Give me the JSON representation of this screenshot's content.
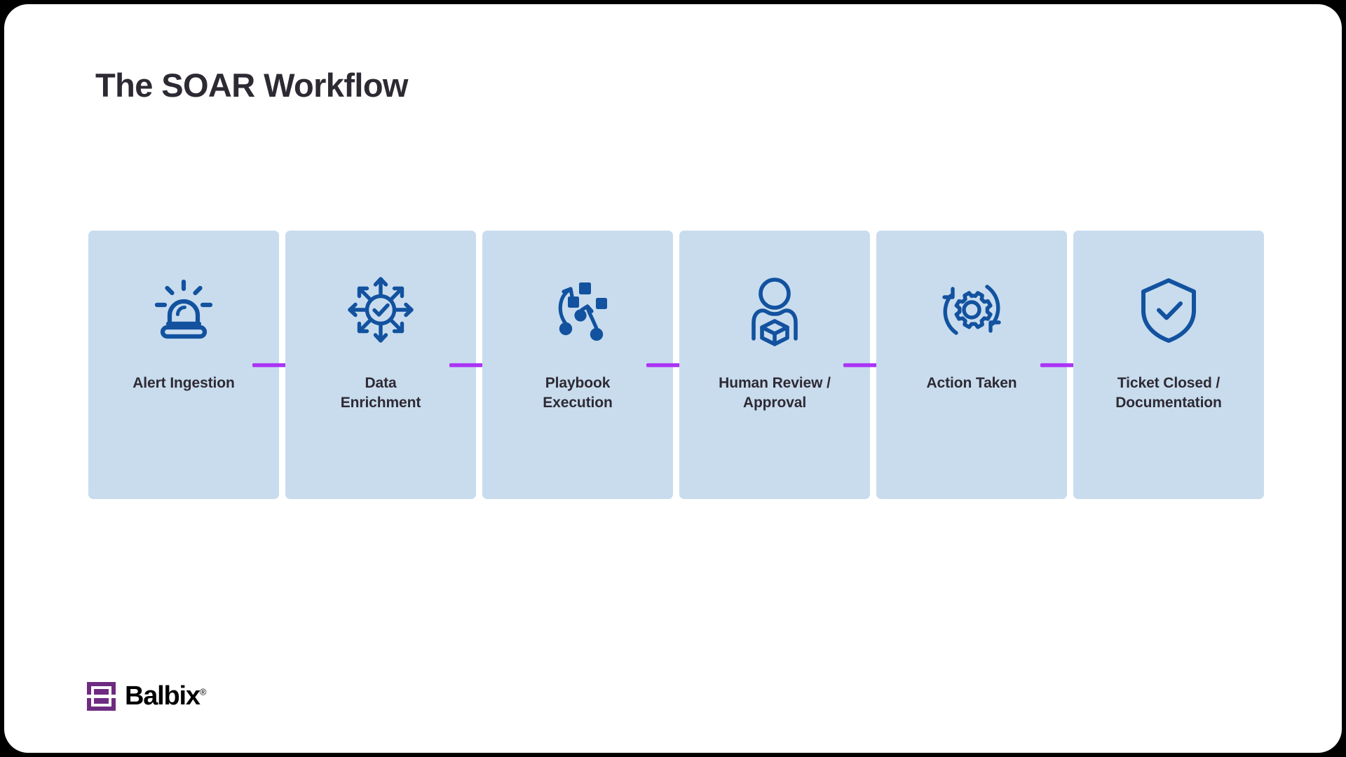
{
  "page": {
    "title": "The SOAR Workflow",
    "background_color": "#000000",
    "canvas_color": "#ffffff"
  },
  "theme": {
    "card_background": "#c8dcee",
    "icon_color": "#12529f",
    "label_color": "#2e2a33",
    "arrow_color": "#ab33f5",
    "brand_purple": "#6e2b82"
  },
  "workflow": {
    "type": "process-flow",
    "direction": "left-to-right",
    "steps": [
      {
        "label": "Alert Ingestion",
        "icon": "siren-alert-icon"
      },
      {
        "label": "Data\nEnrichment",
        "icon": "expand-arrows-check-icon"
      },
      {
        "label": "Playbook\nExecution",
        "icon": "playbook-strategy-icon"
      },
      {
        "label": "Human Review /\nApproval",
        "icon": "person-package-icon"
      },
      {
        "label": "Action Taken",
        "icon": "gear-refresh-cycle-icon"
      },
      {
        "label": "Ticket Closed /\nDocumentation",
        "icon": "shield-check-icon"
      }
    ],
    "connectors": [
      {
        "icon": "arrow-right-icon"
      },
      {
        "icon": "arrow-right-icon"
      },
      {
        "icon": "arrow-right-icon"
      },
      {
        "icon": "arrow-right-icon"
      },
      {
        "icon": "arrow-right-icon"
      }
    ]
  },
  "brand": {
    "name": "Balbix",
    "registered_mark": "®",
    "logo": "balbix-logo-mark"
  }
}
